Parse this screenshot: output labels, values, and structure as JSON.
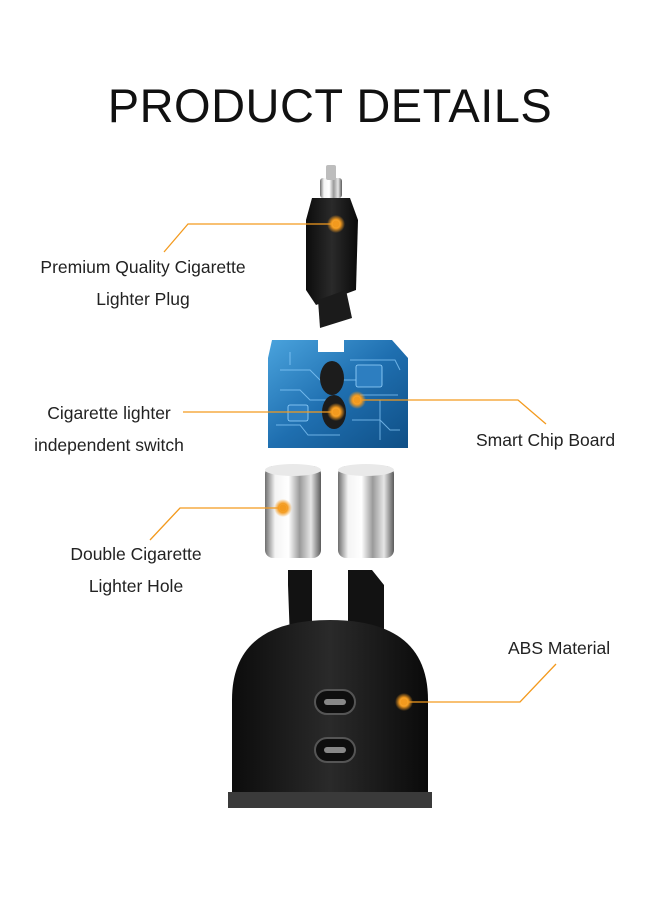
{
  "title": "PRODUCT DETAILS",
  "callouts": {
    "plug": {
      "line1": "Premium Quality Cigarette",
      "line2": "Lighter Plug"
    },
    "switch": {
      "line1": "Cigarette lighter",
      "line2": "independent switch"
    },
    "chip": {
      "line1": "Smart Chip Board"
    },
    "hole": {
      "line1": "Double Cigarette",
      "line2": "Lighter Hole"
    },
    "abs": {
      "line1": "ABS Material"
    }
  },
  "colors": {
    "accent": "#f39a1e",
    "body": "#151515",
    "pcb": "#1f6fb0",
    "chrome": "#d9d9d9"
  }
}
